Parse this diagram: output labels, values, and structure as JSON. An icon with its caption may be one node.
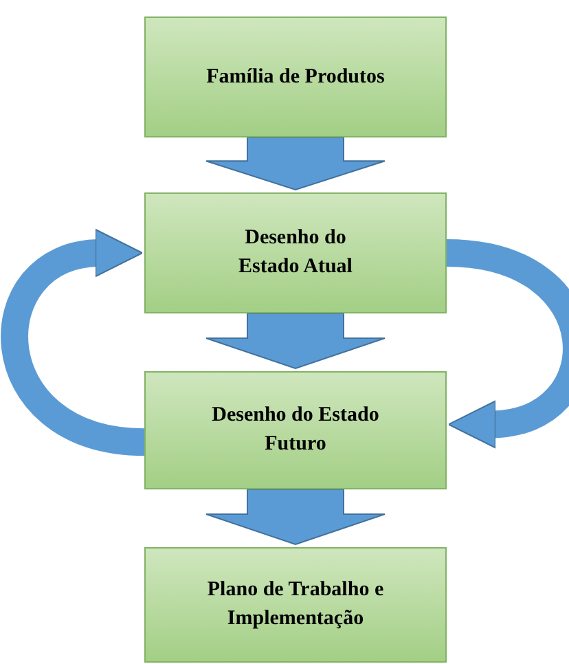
{
  "diagram": {
    "nodes": [
      {
        "text": [
          "Família de Produtos"
        ]
      },
      {
        "text": [
          "Desenho do Estado Atual"
        ]
      },
      {
        "text": [
          "Desenho do Estado Futuro"
        ]
      },
      {
        "text": [
          "Plano de Trabalho e Implementação"
        ]
      }
    ],
    "edges": [
      {
        "from": 0,
        "to": 1,
        "arrow": "to"
      },
      {
        "from": 1,
        "to": 2,
        "arrow": "to"
      },
      {
        "from": 2,
        "to": 3,
        "arrow": "to"
      },
      {
        "from": 2,
        "to": 1,
        "arrow": "to"
      },
      {
        "from": 1,
        "to": 2,
        "arrow": "to"
      }
    ]
  }
}
